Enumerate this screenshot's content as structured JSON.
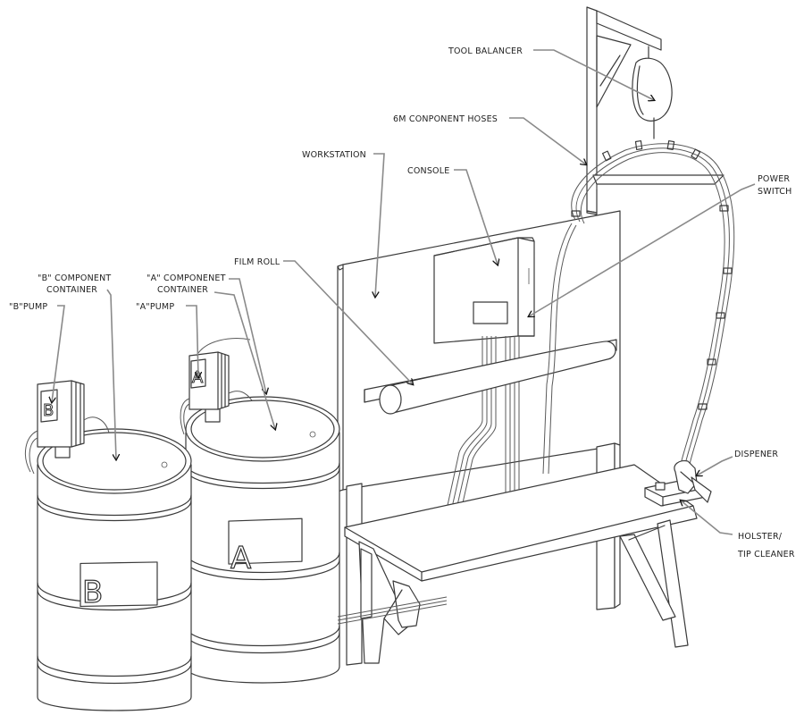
{
  "labels": {
    "tool_balancer": "TOOL  BALANCER",
    "component_hoses": "6M CONPONENT HOSES",
    "workstation": "WORKSTATION",
    "console": "CONSOLE",
    "power_switch_1": "POWER",
    "power_switch_2": "SWITCH",
    "film_roll": "FILM ROLL",
    "b_container_1": "\"B\" COMPONENT",
    "b_container_2": "CONTAINER",
    "a_container_1": "\"A\" COMPONENET",
    "a_container_2": "CONTAINER",
    "b_pump": "\"B\"PUMP",
    "a_pump": "\"A\"PUMP",
    "dispenser": "DISPENER",
    "holster_1": "HOLSTER/",
    "holster_2": "TIP CLEANER"
  },
  "drum_letters": {
    "a": "A",
    "b": "B"
  },
  "pump_letters": {
    "a": "A",
    "b": "B"
  }
}
